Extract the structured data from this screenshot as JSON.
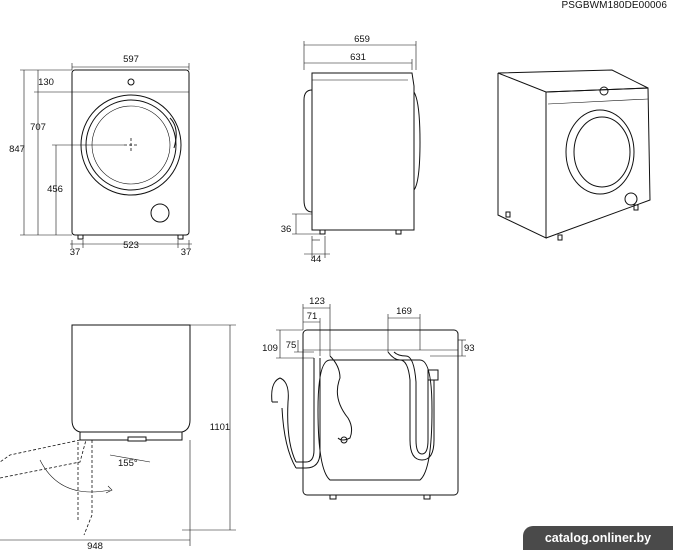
{
  "model_code": "PSGBWM180DE00006",
  "watermark": "catalog.onliner.by",
  "dims": {
    "front_width": "597",
    "front_top": "130",
    "front_door_height": "707",
    "front_total_height": "847",
    "front_center_height": "456",
    "front_foot_left": "37",
    "front_foot_span": "523",
    "front_foot_right": "37",
    "side_depth_total": "659",
    "side_depth_body": "631",
    "side_foot_height": "36",
    "side_foot_offset": "44",
    "top_depth_open": "1101",
    "top_door_angle": "155°",
    "top_width_open": "948",
    "back_hose_left_span": "123",
    "back_hose_left_inner": "71",
    "back_hose_left_drop1": "109",
    "back_hose_left_drop2": "75",
    "back_inlet_span": "169",
    "back_inlet_drop": "93"
  }
}
